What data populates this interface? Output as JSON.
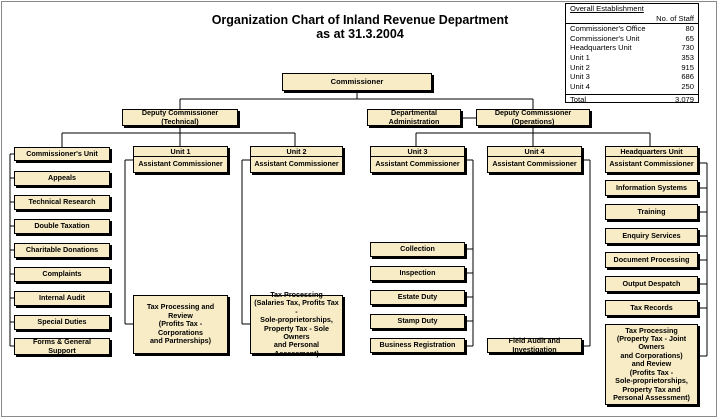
{
  "title": {
    "line1": "Organization Chart of Inland Revenue Department",
    "line2": "as at 31.3.2004"
  },
  "establishment": {
    "heading": "Overall Establishment",
    "column_label": "No. of Staff",
    "rows": [
      {
        "name": "Commissioner's Office",
        "value": "80"
      },
      {
        "name": "Commissioner's Unit",
        "value": "65"
      },
      {
        "name": "Headquarters Unit",
        "value": "730"
      },
      {
        "name": "Unit 1",
        "value": "353"
      },
      {
        "name": "Unit 2",
        "value": "915"
      },
      {
        "name": "Unit 3",
        "value": "686"
      },
      {
        "name": "Unit 4",
        "value": "250"
      }
    ],
    "total_label": "Total",
    "total_value": "3,079"
  },
  "chart": {
    "commissioner": "Commissioner",
    "deputy_technical": "Deputy Commissioner (Technical)",
    "departmental_admin": "Departmental Administration",
    "deputy_operations": "Deputy Commissioner (Operations)",
    "assistant_commissioner": "Assistant Commissioner",
    "commissioners_unit": {
      "title": "Commissioner's Unit",
      "items": [
        "Appeals",
        "Technical Research",
        "Double Taxation",
        "Charitable Donations",
        "Complaints",
        "Internal Audit",
        "Special Duties"
      ],
      "last_line1": "Forms & General",
      "last_line2": "Support"
    },
    "unit1": {
      "title": "Unit 1",
      "lines": [
        "Tax Processing and Review",
        "(Profits Tax - Corporations",
        "and Partnerships)"
      ]
    },
    "unit2": {
      "title": "Unit 2",
      "lines": [
        "Tax Processing",
        "(Salaries Tax, Profits Tax -",
        "Sole-proprietorships,",
        "Property Tax - Sole Owners",
        "and Personal Assessment)"
      ]
    },
    "unit3": {
      "title": "Unit 3",
      "items": [
        "Collection",
        "Inspection",
        "Estate Duty",
        "Stamp Duty",
        "Business Registration"
      ]
    },
    "unit4": {
      "title": "Unit 4",
      "item": "Field Audit and Investigation"
    },
    "hq": {
      "title": "Headquarters Unit",
      "items": [
        "Information Systems",
        "Training",
        "Enquiry Services",
        "Document Processing",
        "Output Despatch",
        "Tax Records"
      ],
      "last_lines": [
        "Tax Processing",
        "(Property Tax - Joint Owners",
        "and Corporations)",
        "and Review",
        "(Profits Tax -",
        "Sole-proprietorships,",
        "Property Tax and",
        "Personal Assessment)"
      ]
    }
  }
}
